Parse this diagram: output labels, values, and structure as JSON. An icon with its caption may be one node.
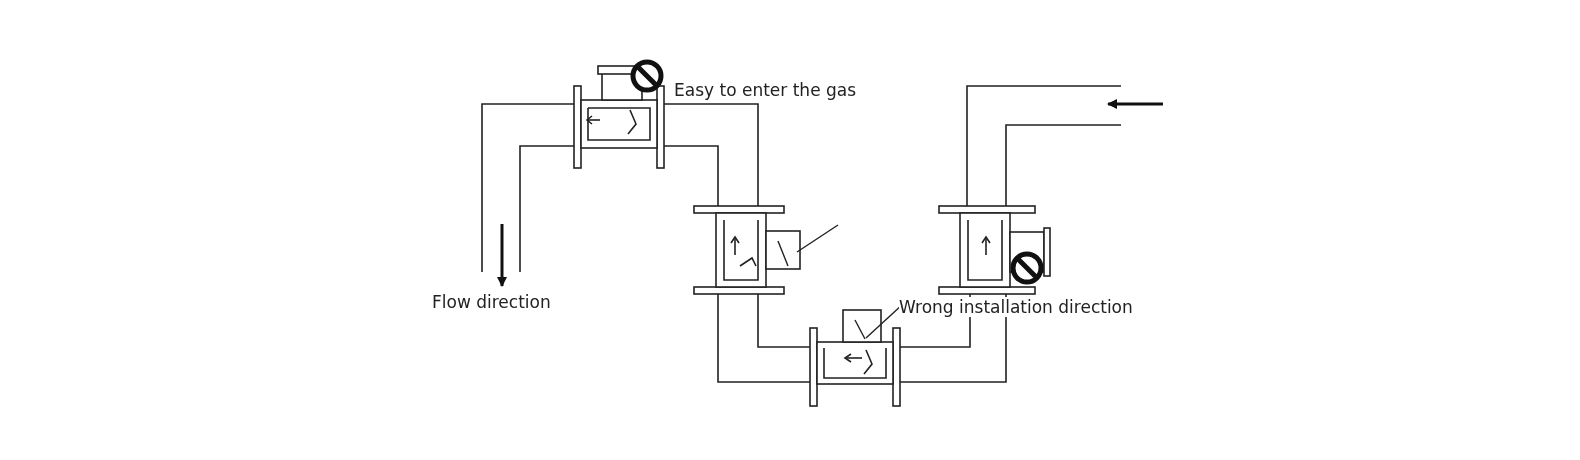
{
  "diagram": {
    "nodes": [
      {
        "text": [
          "Wrong installation direction"
        ]
      },
      {
        "text": [],
        "shape": "picture"
      },
      {
        "text": [],
        "shape": "picture"
      }
    ],
    "edges": [
      {
        "from": 0,
        "to": 1,
        "arrow": "none"
      },
      {
        "from": null,
        "to": 2,
        "arrow": "none"
      }
    ],
    "labels": [
      "Easy to enter the gas",
      "Flow direction"
    ]
  }
}
